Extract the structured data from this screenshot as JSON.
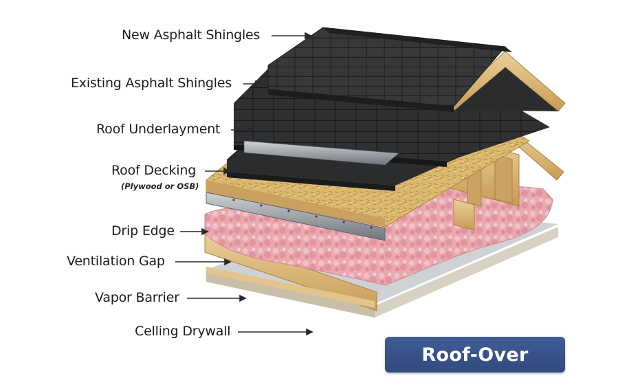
{
  "layers": [
    {
      "label": "New Asphalt Shingles"
    },
    {
      "label": "Existing Asphalt Shingles"
    },
    {
      "label": "Roof Underlayment"
    },
    {
      "label": "Roof Decking",
      "sublabel": "(Plywood or OSB)"
    },
    {
      "label": "Drip Edge"
    },
    {
      "label": "Ventilation Gap"
    },
    {
      "label": "Vapor Barrier"
    },
    {
      "label": "Celling Drywall"
    }
  ],
  "badge": {
    "label": "Roof-Over"
  },
  "colors": {
    "badge": "#3a5590",
    "shingles": "#2e2f31",
    "wood": "#d9b571",
    "insulation": "#e9a7ac",
    "vapor_barrier": "#c9cccf",
    "drywall": "#dedad0",
    "drip_edge": "#8e949a"
  }
}
